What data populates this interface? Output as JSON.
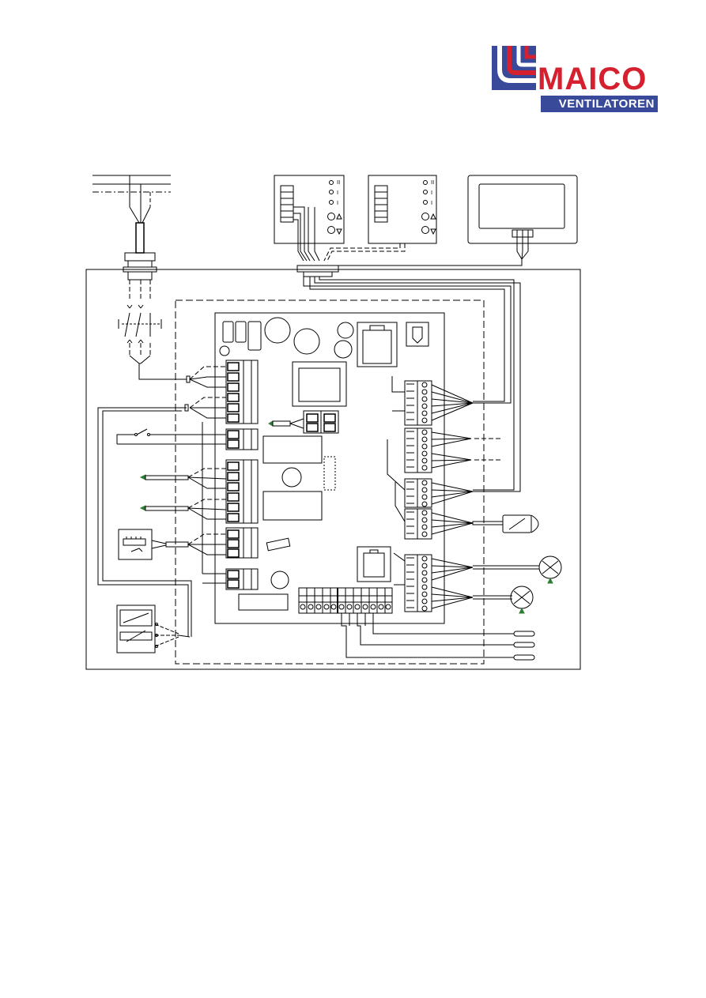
{
  "brand": {
    "name": "MAICO",
    "subtitle": "VENTILATOREN",
    "colors": {
      "red": "#d4202f",
      "blue": "#3a4a9a"
    }
  },
  "diagram": {
    "type": "wiring-diagram",
    "controllers": [
      {
        "id": "controller-1",
        "leds": [
          "II",
          "I",
          "I"
        ],
        "buttons": [
          "up-arrow",
          "down-arrow"
        ]
      },
      {
        "id": "controller-2",
        "leds": [
          "II",
          "I",
          "I"
        ],
        "buttons": [
          "up-arrow",
          "down-arrow"
        ]
      },
      {
        "id": "touch-display"
      }
    ]
  }
}
